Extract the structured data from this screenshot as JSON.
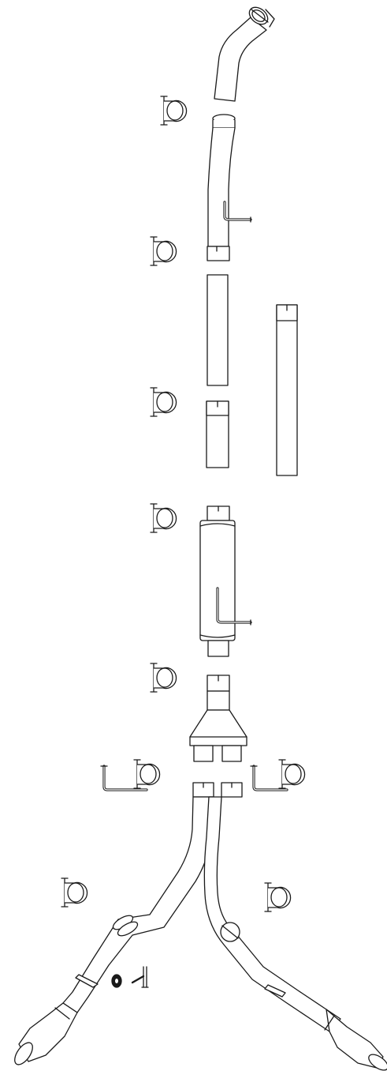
{
  "diagram": {
    "type": "exploded-parts-view",
    "subject": "exhaust system",
    "line_color": "#1a1a1a",
    "background_color": "#ffffff",
    "fill_color": "#ffffff",
    "components": [
      "intake-elbow-pipe",
      "clamp",
      "front-pipe-with-hanger",
      "clamp",
      "straight-pipe",
      "long-straight-pipe",
      "clamp",
      "short-pipe",
      "clamp",
      "muffler-with-hanger",
      "clamp",
      "y-splitter",
      "hanger-clamp",
      "hanger-clamp",
      "left-tailpipe",
      "right-tailpipe",
      "clamp",
      "clamp",
      "rubber-isolator",
      "hanger-bracket"
    ]
  }
}
